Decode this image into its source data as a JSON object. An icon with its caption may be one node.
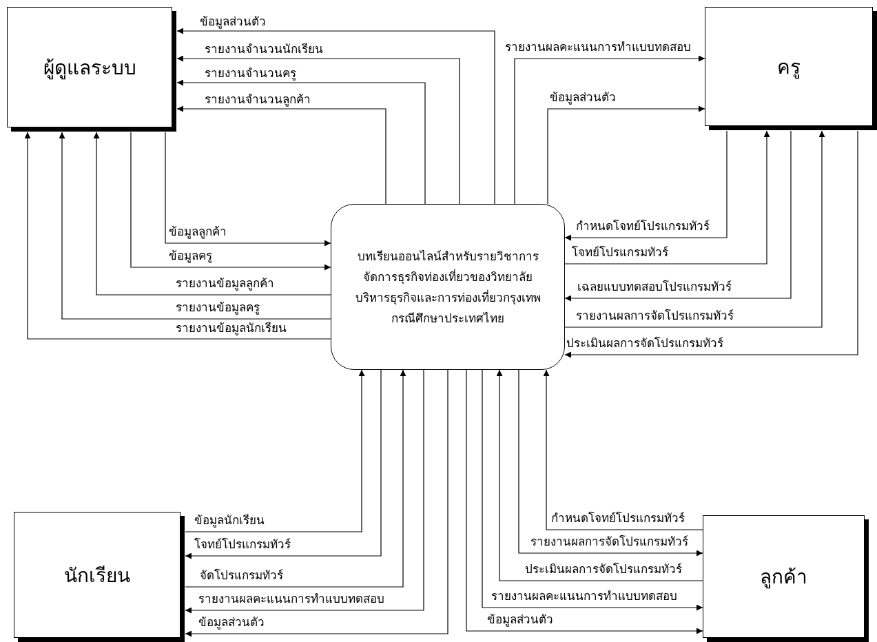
{
  "diagram": {
    "nodes": [
      {
        "text": [
          "ผู้ดูแลระบบ"
        ]
      },
      {
        "text": [
          "ครู"
        ]
      },
      {
        "text": [
          "บทเรียนออนไลน์สำหรับรายวิชาการจัดการธุรกิจท่องเที่ยวของวิทยาลัยบริหารธุรกิจและการท่องเที่ยวกรุงเทพกรณีศึกษาประเทศไทย"
        ]
      },
      {
        "text": [
          "นักเรียน"
        ]
      },
      {
        "text": [
          "ลูกค้า"
        ]
      }
    ],
    "edges": [
      {
        "from": 2,
        "to": 0,
        "arrow": "to",
        "label": "ข้อมูลส่วนตัว"
      },
      {
        "from": 2,
        "to": 0,
        "arrow": "to",
        "label": "รายงานจำนวนนักเรียน"
      },
      {
        "from": 2,
        "to": 0,
        "arrow": "to",
        "label": "รายงานจำนวนครู"
      },
      {
        "from": 2,
        "to": 0,
        "arrow": "to",
        "label": "รายงานจำนวนลูกค้า"
      },
      {
        "from": 2,
        "to": 1,
        "arrow": "to",
        "label": "รายงานผลคะแนนการทำแบบทดสอบ"
      },
      {
        "from": 2,
        "to": 1,
        "arrow": "to",
        "label": "ข้อมูลส่วนตัว"
      },
      {
        "from": 0,
        "to": 2,
        "arrow": "to",
        "label": "ข้อมูลลูกค้า"
      },
      {
        "from": 0,
        "to": 2,
        "arrow": "to",
        "label": "ข้อมูลครู"
      },
      {
        "from": 2,
        "to": 0,
        "arrow": "to",
        "label": "รายงานข้อมูลลูกค้า"
      },
      {
        "from": 2,
        "to": 0,
        "arrow": "to",
        "label": "รายงานข้อมูลครู"
      },
      {
        "from": 2,
        "to": 0,
        "arrow": "to",
        "label": "รายงานข้อมูลนักเรียน"
      },
      {
        "from": 1,
        "to": 2,
        "arrow": "to",
        "label": "กำหนดโจทย์โปรแกรมทัวร์"
      },
      {
        "from": 2,
        "to": 1,
        "arrow": "to",
        "label": "โจทย์โปรแกรมทัวร์"
      },
      {
        "from": 1,
        "to": 2,
        "arrow": "to",
        "label": "เฉลยแบบทดสอบโปรแกรมทัวร์"
      },
      {
        "from": 2,
        "to": 1,
        "arrow": "to",
        "label": "รายงานผลการจัดโปรแกรมทัวร์"
      },
      {
        "from": 1,
        "to": 2,
        "arrow": "to",
        "label": "ประเมินผลการจัดโปรแกรมทัวร์"
      },
      {
        "from": 3,
        "to": 2,
        "arrow": "to",
        "label": "ข้อมูลนักเรียน"
      },
      {
        "from": 2,
        "to": 3,
        "arrow": "to",
        "label": "โจทย์โปรแกรมทัวร์"
      },
      {
        "from": 3,
        "to": 2,
        "arrow": "to",
        "label": "จัดโปรแกรมทัวร์"
      },
      {
        "from": 2,
        "to": 3,
        "arrow": "to",
        "label": "รายงานผลคะแนนการทำแบบทดสอบ"
      },
      {
        "from": 2,
        "to": 3,
        "arrow": "to",
        "label": "ข้อมูลส่วนตัว"
      },
      {
        "from": 4,
        "to": 2,
        "arrow": "to",
        "label": "กำหนดโจทย์โปรแกรมทัวร์"
      },
      {
        "from": 2,
        "to": 4,
        "arrow": "to",
        "label": "รายงานผลการจัดโปรแกรมทัวร์"
      },
      {
        "from": 4,
        "to": 2,
        "arrow": "to",
        "label": "ประเมินผลการจัดโปรแกรมทัวร์"
      },
      {
        "from": 2,
        "to": 4,
        "arrow": "to",
        "label": "รายงานผลคะแนนการทำแบบทดสอบ"
      },
      {
        "from": 2,
        "to": 4,
        "arrow": "to",
        "label": "ข้อมูลส่วนตัว"
      }
    ]
  }
}
